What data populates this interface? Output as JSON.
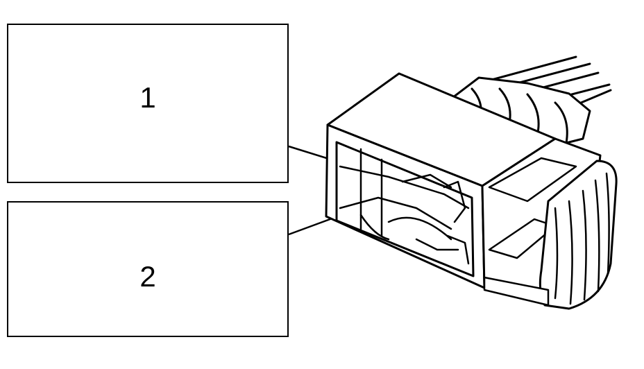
{
  "callouts": [
    {
      "number": "1"
    },
    {
      "number": "2"
    }
  ],
  "colors": {
    "line": "#000000",
    "background": "#ffffff"
  },
  "illustration": {
    "subject": "connector-housing"
  }
}
